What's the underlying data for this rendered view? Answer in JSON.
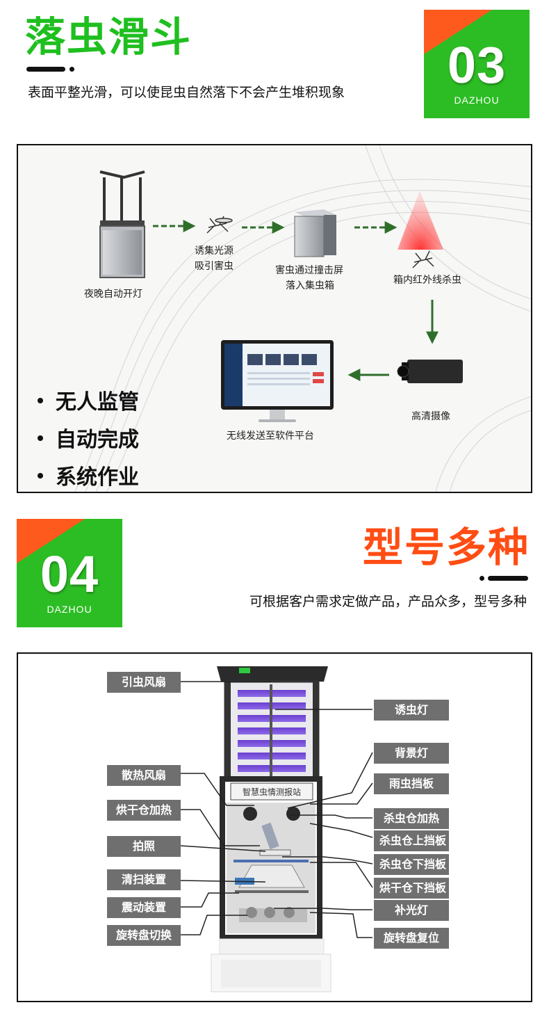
{
  "section3": {
    "title": "落虫滑斗",
    "description": "表面平整光滑，可以使昆虫自然落下不会产生堆积现象",
    "badge": {
      "number": "03",
      "brand": "DAZHOU"
    },
    "flow": {
      "step_lamp": "夜晚自动开灯",
      "step_attract_1": "诱集光源",
      "step_attract_2": "吸引害虫",
      "step_hit_1": "害虫通过撞击屏",
      "step_hit_2": "落入集虫箱",
      "step_kill": "箱内红外线杀虫",
      "step_camera": "高清摄像",
      "step_platform": "无线发送至软件平台",
      "bullets": [
        "无人监管",
        "自动完成",
        "系统作业"
      ]
    }
  },
  "section4": {
    "title": "型号多种",
    "description": "可根据客户需求定做产品，产品众多，型号多种",
    "badge": {
      "number": "04",
      "brand": "DAZHOU"
    },
    "device_sign": "智慧虫情测报站",
    "labels_left": [
      "引虫风扇",
      "散热风扇",
      "烘干仓加热",
      "拍照",
      "清扫装置",
      "震动装置",
      "旋转盘切换"
    ],
    "labels_right": [
      "诱虫灯",
      "背景灯",
      "雨虫挡板",
      "杀虫仓加热",
      "杀虫仓上挡板",
      "杀虫仓下挡板",
      "烘干仓下挡板",
      "补光灯",
      "旋转盘复位"
    ]
  },
  "colors": {
    "green": "#2cbd24",
    "orange": "#ff5a1e",
    "title_green": "#1fbf1f",
    "title_orange": "#ff4d14",
    "tag_gray": "#6f6f6f",
    "arrow_green": "#2f6e2a"
  }
}
